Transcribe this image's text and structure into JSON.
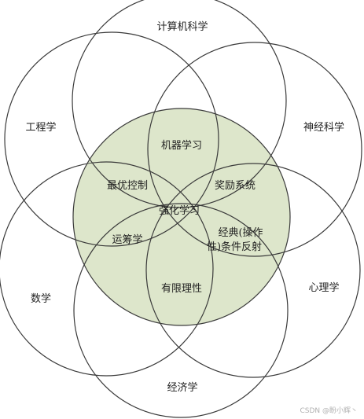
{
  "outer_fields": {
    "computer_science": "计算机科学",
    "engineering": "工程学",
    "neuroscience": "神经科学",
    "mathematics": "数学",
    "psychology": "心理学",
    "economics": "经济学"
  },
  "overlaps": {
    "machine_learning": "机器学习",
    "optimal_control": "最优控制",
    "reward_system": "奖励系统",
    "reinforcement_learning": "强化学习",
    "operations_research": "运筹学",
    "classical_conditioning_line1": "经典(操作",
    "classical_conditioning_line2": "性)条件反射",
    "bounded_rationality": "有限理性"
  },
  "watermark": "CSDN @盼小辉丶",
  "colors": {
    "center_fill": "#dde6cb",
    "stroke": "#3a3a3a"
  }
}
